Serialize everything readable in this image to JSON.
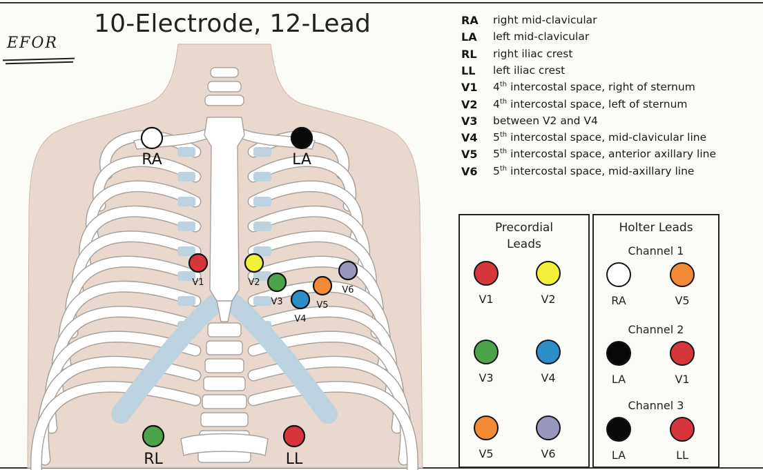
{
  "title": "10-Electrode, 12-Lead",
  "handwritten_note": "EFOR",
  "colors": {
    "skin": "#e8d8cd",
    "skin_edge": "#c9b7aa",
    "bone": "#ffffff",
    "bone_edge": "#a7a29d",
    "cartilage": "#bcd2df",
    "white": "#ffffff",
    "black": "#0a0a0a",
    "red": "#d6363b",
    "yellow": "#f1ef37",
    "green": "#4ba44a",
    "blue": "#2b8ec9",
    "orange": "#f28a36",
    "gray": "#9897bd"
  },
  "electrodes": [
    {
      "label": "RA",
      "color": "white",
      "large": true
    },
    {
      "label": "LA",
      "color": "black",
      "large": true
    },
    {
      "label": "RL",
      "color": "green",
      "large": true
    },
    {
      "label": "LL",
      "color": "red",
      "large": true
    },
    {
      "label": "V1",
      "color": "red",
      "large": false
    },
    {
      "label": "V2",
      "color": "yellow",
      "large": false
    },
    {
      "label": "V3",
      "color": "green",
      "large": false
    },
    {
      "label": "V4",
      "color": "blue",
      "large": false
    },
    {
      "label": "V5",
      "color": "orange",
      "large": false
    },
    {
      "label": "V6",
      "color": "gray",
      "large": false
    }
  ],
  "legend": [
    {
      "abbr": "RA",
      "desc": "right mid-clavicular"
    },
    {
      "abbr": "LA",
      "desc": "left mid-clavicular"
    },
    {
      "abbr": "RL",
      "desc": "right iliac crest"
    },
    {
      "abbr": "LL",
      "desc": "left iliac crest"
    },
    {
      "abbr": "V1",
      "ord": "4",
      "sup": "th",
      "desc": " intercostal space, right of sternum"
    },
    {
      "abbr": "V2",
      "ord": "4",
      "sup": "th",
      "desc": " intercostal space, left of sternum"
    },
    {
      "abbr": "V3",
      "desc": "between V2 and V4"
    },
    {
      "abbr": "V4",
      "ord": "5",
      "sup": "th",
      "desc": " intercostal space, mid-clavicular line"
    },
    {
      "abbr": "V5",
      "ord": "5",
      "sup": "th",
      "desc": " intercostal space, anterior axillary line"
    },
    {
      "abbr": "V6",
      "ord": "5",
      "sup": "th",
      "desc": " intercostal space, mid-axillary line"
    }
  ],
  "precordial": {
    "title_line1": "Precordial",
    "title_line2": "Leads",
    "leads": [
      {
        "label": "V1",
        "color": "red"
      },
      {
        "label": "V2",
        "color": "yellow"
      },
      {
        "label": "V3",
        "color": "green"
      },
      {
        "label": "V4",
        "color": "blue"
      },
      {
        "label": "V5",
        "color": "orange"
      },
      {
        "label": "V6",
        "color": "gray"
      }
    ]
  },
  "holter": {
    "title": "Holter Leads",
    "channels": [
      {
        "name": "Channel 1",
        "leads": [
          {
            "label": "RA",
            "color": "white"
          },
          {
            "label": "V5",
            "color": "orange"
          }
        ]
      },
      {
        "name": "Channel 2",
        "leads": [
          {
            "label": "LA",
            "color": "black"
          },
          {
            "label": "V1",
            "color": "red"
          }
        ]
      },
      {
        "name": "Channel 3",
        "leads": [
          {
            "label": "LA",
            "color": "black"
          },
          {
            "label": "LL",
            "color": "red"
          }
        ]
      }
    ]
  }
}
